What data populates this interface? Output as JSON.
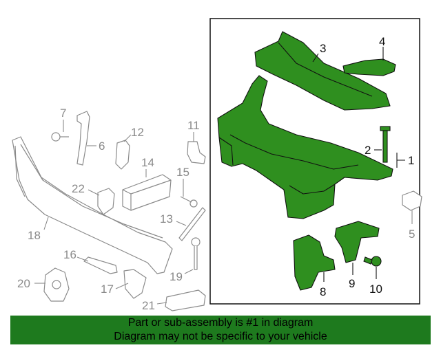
{
  "callouts": {
    "c1": "1",
    "c2": "2",
    "c3": "3",
    "c4": "4",
    "c5": "5",
    "c6": "6",
    "c7": "7",
    "c8": "8",
    "c9": "9",
    "c10": "10",
    "c11": "11",
    "c12": "12",
    "c13": "13",
    "c14": "14",
    "c15": "15",
    "c16": "16",
    "c17": "17",
    "c18": "18",
    "c19": "19",
    "c20": "20",
    "c21": "21",
    "c22": "22"
  },
  "banner": {
    "line1": "Part or sub-assembly is #1 in diagram",
    "line2": "Diagram may not be specific to your vehicle"
  },
  "colors": {
    "highlight_part": "#2f8f1f",
    "banner_bg": "#1e7a1e",
    "outline": "#111111",
    "grey_part": "#9a9a9a"
  }
}
